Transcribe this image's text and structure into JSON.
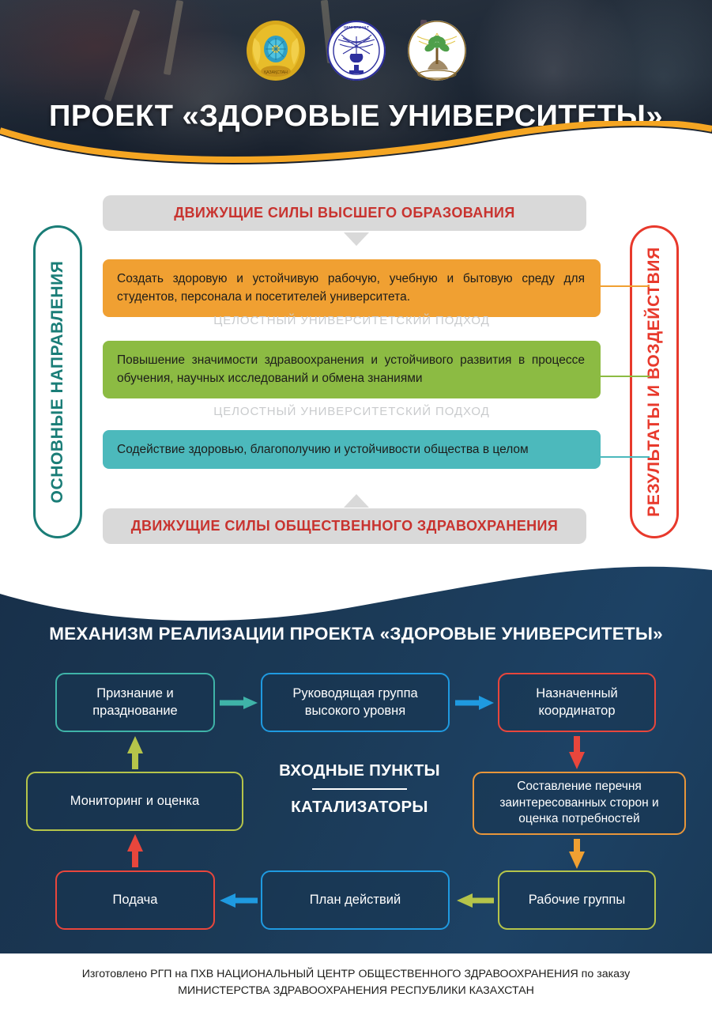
{
  "header": {
    "title": "ПРОЕКТ «ЗДОРОВЫЕ УНИВЕРСИТЕТЫ»",
    "logos": [
      {
        "name": "kazakhstan-coat-of-arms",
        "caption": "ҚАЗАҚСТАН"
      },
      {
        "name": "deni-sau-ult-emblem",
        "caption": "DENI SAU ULT"
      },
      {
        "name": "public-health-center-emblem",
        "caption": "ҚОҒАМДЫҚ ДЕНСАУЛЫҚТЫ САҚТАУ ҰЛТТЫҚ ОРТАЛЫҒЫ"
      }
    ]
  },
  "middle": {
    "rail_left": "ОСНОВНЫЕ НАПРАВЛЕНИЯ",
    "rail_right": "РЕЗУЛЬТАТЫ И ВОЗДЕЙСТВИЯ",
    "banner_top": "ДВИЖУЩИЕ СИЛЫ ВЫСШЕГО ОБРАЗОВАНИЯ",
    "banner_bottom": "ДВИЖУЩИЕ СИЛЫ ОБЩЕСТВЕННОГО ЗДРАВОХРАНЕНИЯ",
    "pillars": [
      {
        "text": "Создать здоровую и устойчивую рабочую, учебную и бытовую среду для студентов, персонала и посетителей университета.",
        "color": "#f0a032"
      },
      {
        "text": "Повышение значимости здравоохранения и устойчивого развития в процессе обучения, научных исследований и обмена знаниями",
        "color": "#8cbb43"
      },
      {
        "text": "Содействие здоровью, благополучию и устойчивости общества в целом",
        "color": "#4cb9bc"
      }
    ],
    "approach_1": "ЦЕЛОСТНЫЙ УНИВЕРСИТЕТСКИЙ ПОДХОД",
    "approach_2": "ЦЕЛОСТНЫЙ УНИВЕРСИТЕТСКИЙ ПОДХОД"
  },
  "flowchart": {
    "title": "МЕХАНИЗМ РЕАЛИЗАЦИИ ПРОЕКТА «ЗДОРОВЫЕ УНИВЕРСИТЕТЫ»",
    "center_label_line1": "ВХОДНЫЕ ПУНКТЫ",
    "center_label_line2": "КАТАЛИЗАТОРЫ",
    "nodes": [
      {
        "id": "recognition",
        "text": "Признание и празднование",
        "border": "#3fb3a8"
      },
      {
        "id": "steering",
        "text": "Руководящая группа высокого уровня",
        "border": "#1f9ae0"
      },
      {
        "id": "coordinator",
        "text": "Назначенный координатор",
        "border": "#e8463c"
      },
      {
        "id": "stakeholders",
        "text": "Составление перечня заинтересованных сторон и оценка потребностей",
        "border": "#e8963a"
      },
      {
        "id": "workgroups",
        "text": "Рабочие группы",
        "border": "#b5c44a"
      },
      {
        "id": "actionplan",
        "text": "План действий",
        "border": "#1f9ae0"
      },
      {
        "id": "submission",
        "text": "Подача",
        "border": "#e8463c"
      },
      {
        "id": "monitoring",
        "text": "Мониторинг и оценка",
        "border": "#b5c44a"
      }
    ],
    "arrow_colors": {
      "recognition_to_steering": "#3fb3a8",
      "steering_to_coordinator": "#1f9ae0",
      "coordinator_to_stakeholders": "#e8463c",
      "stakeholders_to_workgroups": "#f0a032",
      "workgroups_to_actionplan": "#b5c44a",
      "actionplan_to_submission": "#1f9ae0",
      "submission_to_monitoring": "#e8463c",
      "monitoring_to_recognition": "#b5c44a"
    }
  },
  "footer": {
    "line1": "Изготовлено РГП на ПХВ НАЦИОНАЛЬНЫЙ ЦЕНТР ОБЩЕСТВЕННОГО ЗДРАВООХРАНЕНИЯ по заказу",
    "line2": "МИНИСТЕРСТВА ЗДРАВООХРАНЕНИЯ РЕСПУБЛИКИ КАЗАХСТАН"
  }
}
